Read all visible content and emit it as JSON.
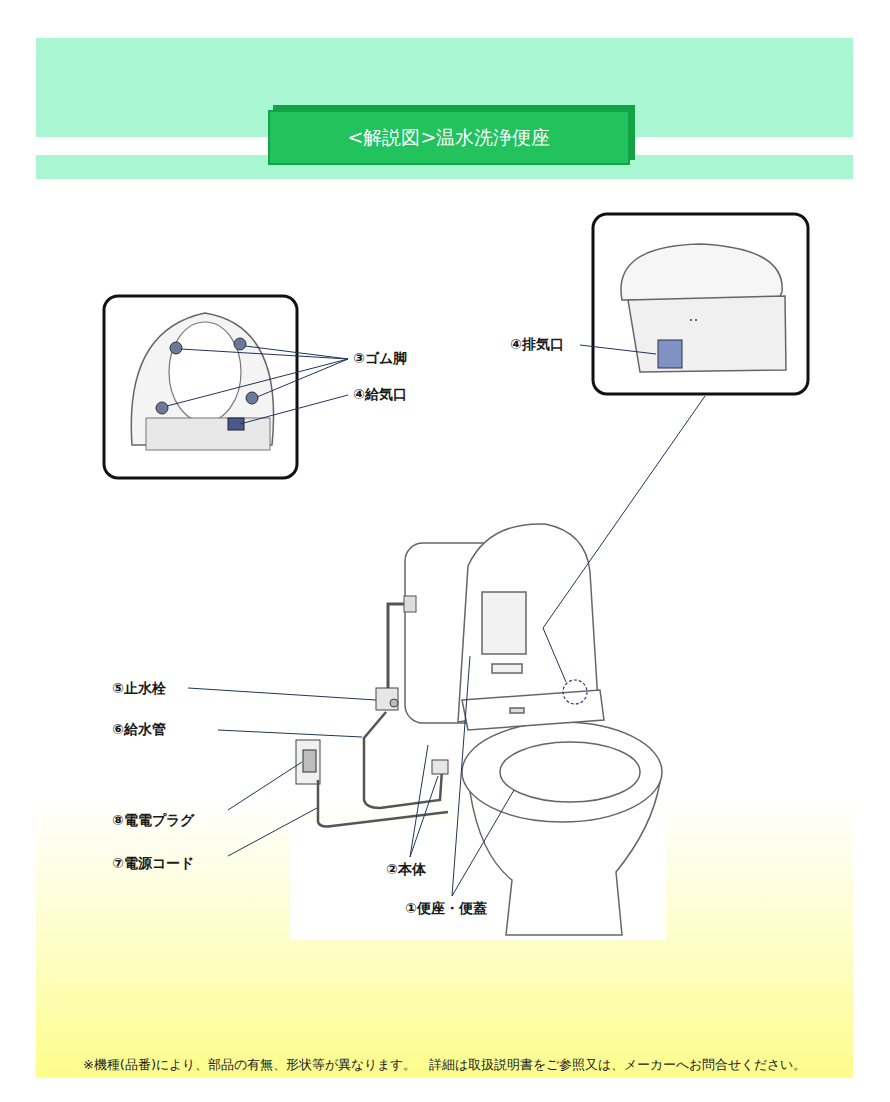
{
  "diagram": {
    "title": "<解説図>温水洗浄便座",
    "labels": [
      "③ゴム脚",
      "④給気口",
      "④排気口",
      "⑤止水栓",
      "⑥給水管",
      "⑧電電プラグ",
      "⑦電源コード",
      "②本体",
      "①便座・便蓋",
      "※機種(品番)により、部品の有無、形状等が異なります。　詳細は取扱説明書をご参照又は、メーカーへお問合せください。"
    ]
  }
}
